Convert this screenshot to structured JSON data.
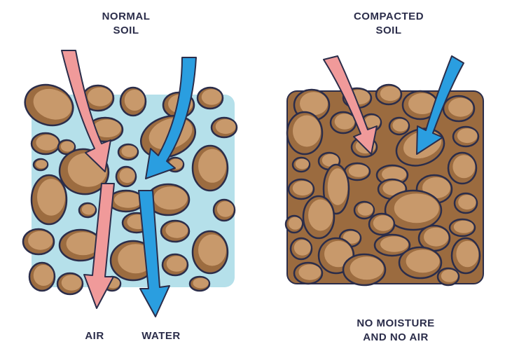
{
  "normal": {
    "title_line1": "NORMAL",
    "title_line2": "SOIL",
    "air_label": "AIR",
    "water_label": "WATER"
  },
  "compacted": {
    "title_line1": "COMPACTED",
    "title_line2": "SOIL",
    "caption_line1": "NO MOISTURE",
    "caption_line2": "AND NO AIR"
  },
  "colors": {
    "stone": "#c8996b",
    "stone_shade": "#9c6c40",
    "outline": "#2b2d4a",
    "water_bg": "#b5e0ea",
    "air_arrow": "#f09a9a",
    "water_arrow": "#2a9ee0",
    "compacted_bg": "#9b6b3f"
  }
}
